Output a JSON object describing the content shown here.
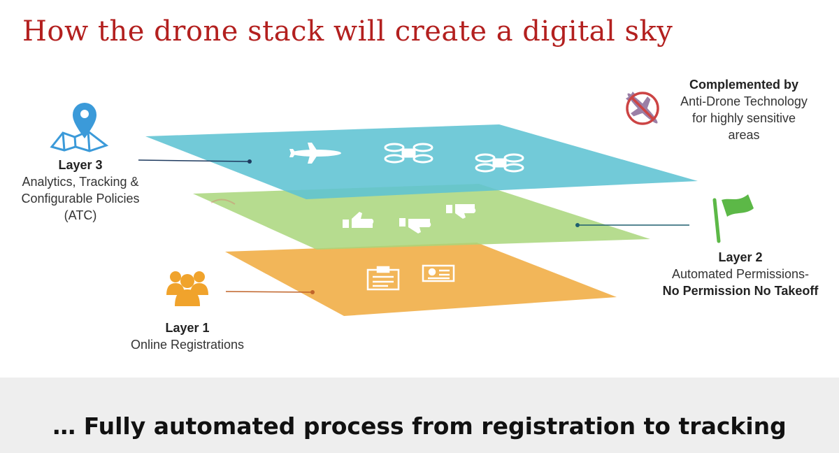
{
  "title": "How the drone stack will create a digital sky",
  "layers": {
    "layer3": {
      "heading": "Layer 3",
      "line1": "Analytics, Tracking &",
      "line2": "Configurable Policies",
      "line3": "(ATC)"
    },
    "layer2": {
      "heading": "Layer 2",
      "line1": "Automated Permissions-",
      "line2": "No Permission No Takeoff"
    },
    "layer1": {
      "heading": "Layer 1",
      "line1": "Online Registrations"
    }
  },
  "complement": {
    "heading": "Complemented by",
    "line1": "Anti-Drone Technology",
    "line2": "for highly sensitive",
    "line3": "areas"
  },
  "footer": "… Fully automated process from registration to tracking",
  "colors": {
    "title": "#b3201f",
    "layer3_plane": "#5ec3d3",
    "layer2_plane": "#a9d67b",
    "layer1_plane": "#f1b04b",
    "map_icon": "#3b9ad9",
    "flag_icon": "#5cb847",
    "people_icon": "#f0a32c",
    "no_drone_icon": "#c44",
    "footer_bg": "#eeeeee"
  },
  "icons": [
    "map-pin-icon",
    "flag-icon",
    "people-icon",
    "anti-drone-icon",
    "airplane-icon",
    "quadcopter-icon",
    "thumbs-up-icon",
    "thumbs-down-icon",
    "clipboard-icon",
    "id-card-icon"
  ]
}
